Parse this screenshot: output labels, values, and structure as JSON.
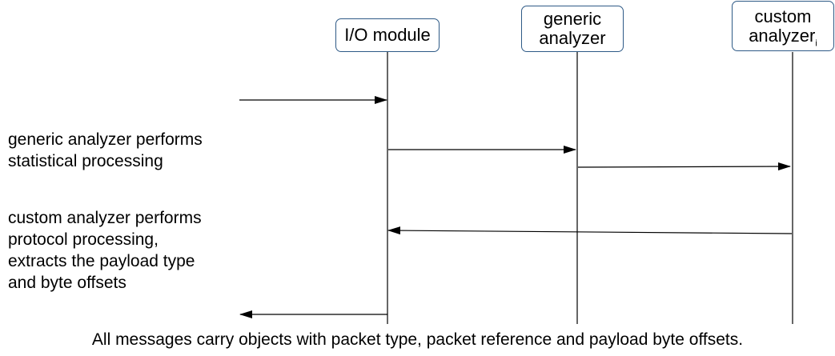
{
  "actors": [
    {
      "id": "io",
      "lines": [
        "I/O module"
      ],
      "subscript": ""
    },
    {
      "id": "generic",
      "lines": [
        "generic",
        "analyzer"
      ],
      "subscript": ""
    },
    {
      "id": "custom",
      "lines": [
        "custom",
        "analyzer"
      ],
      "subscript": "i"
    }
  ],
  "notes": [
    {
      "id": "generic-note",
      "lines": [
        "generic analyzer performs",
        "statistical processing"
      ]
    },
    {
      "id": "custom-note",
      "lines": [
        "custom analyzer performs",
        "protocol processing,",
        "extracts the payload type",
        "and byte offsets"
      ]
    }
  ],
  "caption": "All messages carry objects with packet type, packet reference and payload byte offsets.",
  "colors": {
    "box_border": "#2e5a86",
    "line": "#000000"
  }
}
